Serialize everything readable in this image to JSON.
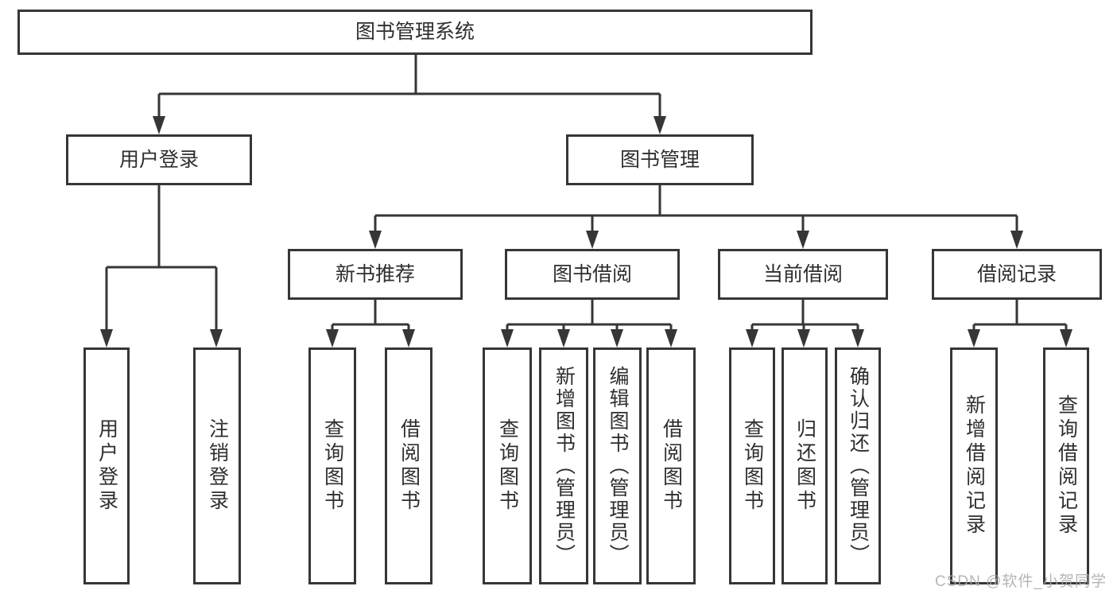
{
  "diagram": {
    "root": {
      "label": "图书管理系统"
    },
    "level2": [
      {
        "label": "用户登录"
      },
      {
        "label": "图书管理"
      }
    ],
    "level3": [
      {
        "label": "新书推荐"
      },
      {
        "label": "图书借阅"
      },
      {
        "label": "当前借阅"
      },
      {
        "label": "借阅记录"
      }
    ],
    "leaves": {
      "user_login": [
        {
          "label": "用户登录"
        },
        {
          "label": "注销登录"
        }
      ],
      "new_book": [
        {
          "label": "查询图书"
        },
        {
          "label": "借阅图书"
        }
      ],
      "book_borrow": [
        {
          "label": "查询图书"
        },
        {
          "label": "新增图书（管理员）"
        },
        {
          "label": "编辑图书（管理员）"
        },
        {
          "label": "借阅图书"
        }
      ],
      "current_borrow": [
        {
          "label": "查询图书"
        },
        {
          "label": "归还图书"
        },
        {
          "label": "确认归还（管理员）"
        }
      ],
      "borrow_record": [
        {
          "label": "新增借阅记录"
        },
        {
          "label": "查询借阅记录"
        }
      ]
    },
    "watermark": "CSDN @软件_小贺同学",
    "colors": {
      "line": "#363636",
      "text": "#2f2f2f",
      "background": "#ffffff",
      "watermark": "#a9a9a9"
    }
  }
}
